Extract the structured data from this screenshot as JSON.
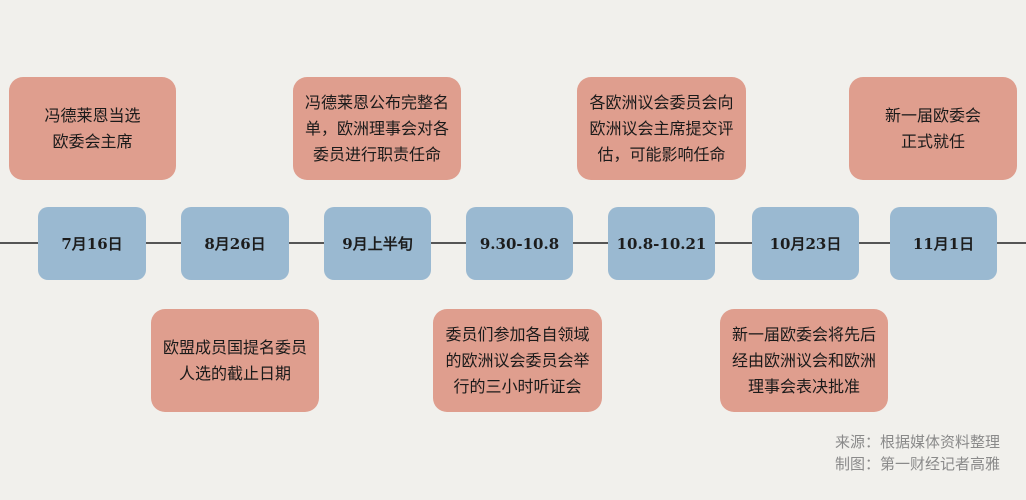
{
  "dates": [
    "7月16日",
    "8月26日",
    "9月上半旬",
    "9.30-10.8",
    "10.8-10.21",
    "10月23日",
    "11月1日"
  ],
  "events_top": [
    [
      "冯德莱恩当选",
      "欧委会主席"
    ],
    [
      "冯德莱恩公布完整名",
      "单，欧洲理事会对各",
      "委员进行职责任命"
    ],
    [
      "各欧洲议会委员会向",
      "欧洲议会主席提交评",
      "估，可能影响任命"
    ],
    [
      "新一届欧委会",
      "正式就任"
    ]
  ],
  "events_bottom": [
    [
      "欧盟成员国提名委员",
      "人选的截止日期"
    ],
    [
      "委员们参加各自领域",
      "的欧洲议会委员会举",
      "行的三小时听证会"
    ],
    [
      "新一届欧委会将先后",
      "经由欧洲议会和欧洲",
      "理事会表决批准"
    ]
  ],
  "source": {
    "line1": "来源：根据媒体资料整理",
    "line2": "制图：第一财经记者高雅"
  },
  "colors": {
    "background": "#f1f0ec",
    "date_box": "#9ab9d1",
    "event_box": "#df9e8e",
    "line": "#555555"
  }
}
